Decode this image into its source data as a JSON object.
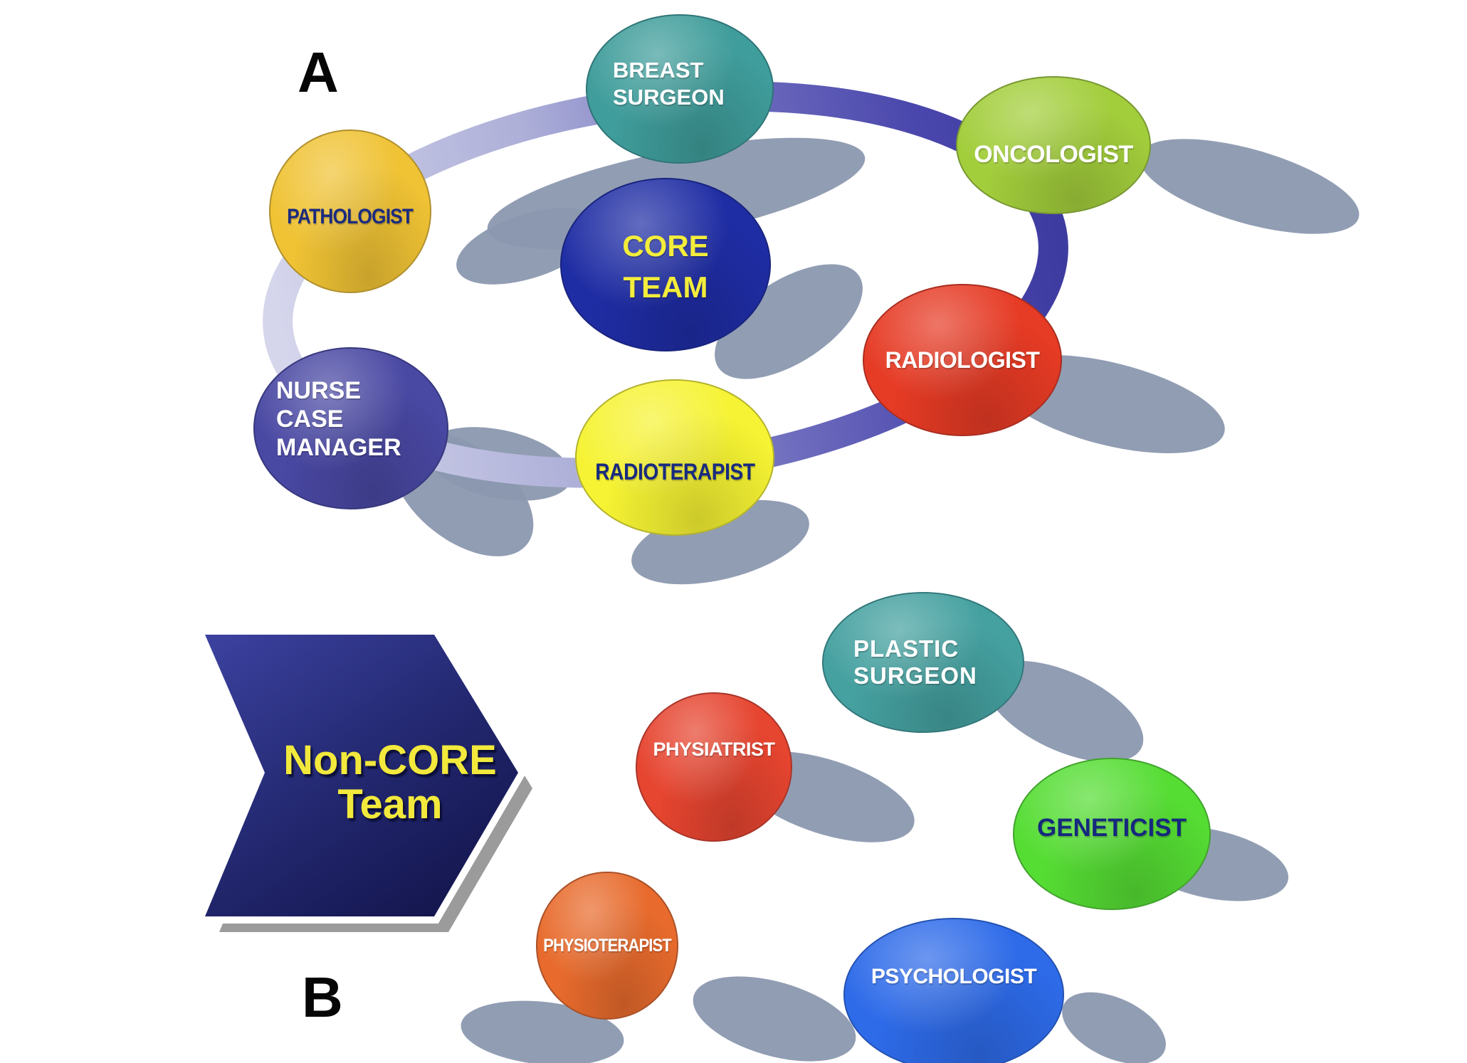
{
  "panels": {
    "a": {
      "label": "A",
      "core": {
        "id": "core-team",
        "label": "CORE\nTEAM",
        "bg": "#1F2DA4",
        "fg": "#F3ED3B"
      },
      "members": [
        {
          "id": "breast-surgeon",
          "label": "BREAST\nSURGEON",
          "bg": "#3F9D9B",
          "fg": "#FFFFFF"
        },
        {
          "id": "oncologist",
          "label": "ONCOLOGIST",
          "bg": "#A3CE3C",
          "fg": "#FFFFFF"
        },
        {
          "id": "pathologist",
          "label": "PATHOLOGIST",
          "bg": "#F0C335",
          "fg": "#1B2B7E"
        },
        {
          "id": "radiologist",
          "label": "RADIOLOGIST",
          "bg": "#E63B25",
          "fg": "#FFFFFF"
        },
        {
          "id": "radioterapist",
          "label": "RADIOTERAPIST",
          "bg": "#F6F334",
          "fg": "#182B7E"
        },
        {
          "id": "nurse-case-manager",
          "label": "NURSE\nCASE\nMANAGER",
          "bg": "#4948A3",
          "fg": "#FFFFFF"
        }
      ],
      "ring_colors": {
        "light": "#D5D6EC",
        "dark": "#4946AC"
      }
    },
    "b": {
      "label": "B",
      "banner": {
        "label": "Non-CORE\nTeam",
        "fg": "#F2E93C",
        "bg_light": "#3C42A0",
        "bg_dark": "#14164E",
        "border": "#FFFFFF",
        "shadow": "#9B9B9B"
      },
      "members": [
        {
          "id": "plastic-surgeon",
          "label": "PLASTIC\nSURGEON",
          "bg": "#45A1A0",
          "fg": "#FFFFFF"
        },
        {
          "id": "physiatrist",
          "label": "PHYSIATRIST",
          "bg": "#E64530",
          "fg": "#FFFFFF"
        },
        {
          "id": "geneticist",
          "label": "GENETICIST",
          "bg": "#56DD34",
          "fg": "#15297D"
        },
        {
          "id": "physioterapist",
          "label": "PHYSIOTERAPIST",
          "bg": "#E86B2D",
          "fg": "#FFFFFF"
        },
        {
          "id": "psychologist",
          "label": "PSYCHOLOGIST",
          "bg": "#2E6BE9",
          "fg": "#FFFFFF"
        }
      ]
    }
  },
  "decor": {
    "shadow_color": "#8B98AF"
  }
}
